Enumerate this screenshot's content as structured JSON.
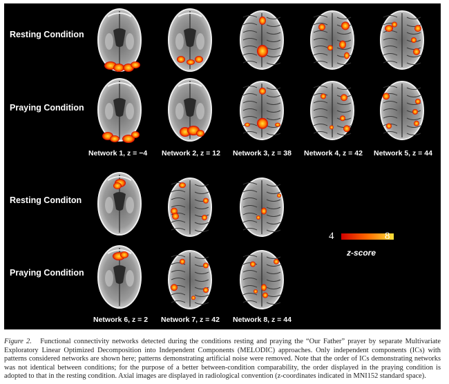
{
  "figure": {
    "row_labels": {
      "top_resting": "Resting Condition",
      "top_praying": "Praying Condition",
      "bottom_resting": "Resting Conditon",
      "bottom_praying": "Praying Condition"
    },
    "networks_top": [
      {
        "label": "Network 1, z = −4"
      },
      {
        "label": "Network 2, z = 12"
      },
      {
        "label": "Network 3, z = 38"
      },
      {
        "label": "Network 4, z = 42"
      },
      {
        "label": "Network 5, z = 44"
      }
    ],
    "networks_bottom": [
      {
        "label": "Network 6, z = 2"
      },
      {
        "label": "Network 7, z = 42"
      },
      {
        "label": "Network 8, z = 44"
      }
    ],
    "colorbar": {
      "min": "4",
      "max": "8",
      "title": "z-score",
      "colors": [
        "#d10000",
        "#ff6a00",
        "#ffe13a"
      ]
    }
  },
  "caption": {
    "prefix": "Figure 2.",
    "text": "Functional connectivity networks detected during the conditions resting and praying the “Our Father” prayer by separate Multivariate Exploratory Linear Optimized Decomposition into Independent Components (MELODIC) approaches. Only independent components (ICs) with patterns considered networks are shown here; patterns demonstrating artificial noise were removed. Note that the order of ICs demonstrating networks was not identical between conditions; for the purpose of a better between-condition comparability, the order displayed in the praying condition is adopted to that in the resting condition. Axial images are displayed in radiological convention (z-coordinates indicated in MNI152 standard space)."
  }
}
